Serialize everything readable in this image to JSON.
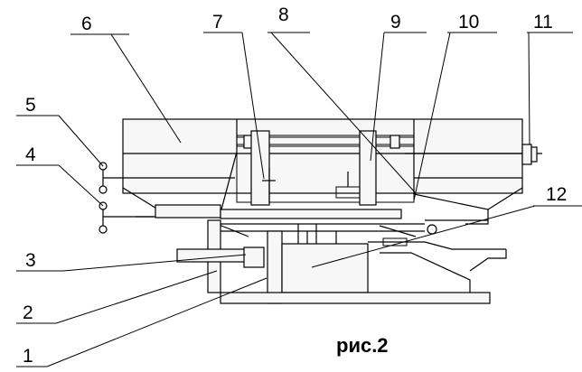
{
  "labels": [
    "1",
    "2",
    "3",
    "4",
    "5",
    "6",
    "7",
    "8",
    "9",
    "10",
    "11",
    "12"
  ],
  "caption": "рис.2"
}
